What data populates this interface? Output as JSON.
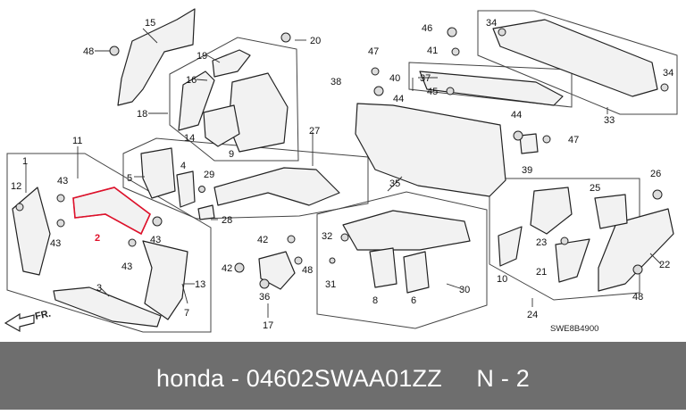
{
  "diagram": {
    "callouts": [
      {
        "id": "c1",
        "label": "1"
      },
      {
        "id": "c2",
        "label": "2"
      },
      {
        "id": "c3",
        "label": "3"
      },
      {
        "id": "c4",
        "label": "4"
      },
      {
        "id": "c5",
        "label": "5"
      },
      {
        "id": "c6",
        "label": "6"
      },
      {
        "id": "c7",
        "label": "7"
      },
      {
        "id": "c8",
        "label": "8"
      },
      {
        "id": "c9",
        "label": "9"
      },
      {
        "id": "c10",
        "label": "10"
      },
      {
        "id": "c11",
        "label": "11"
      },
      {
        "id": "c12",
        "label": "12"
      },
      {
        "id": "c13",
        "label": "13"
      },
      {
        "id": "c14",
        "label": "14"
      },
      {
        "id": "c15",
        "label": "15"
      },
      {
        "id": "c16",
        "label": "16"
      },
      {
        "id": "c17",
        "label": "17"
      },
      {
        "id": "c18",
        "label": "18"
      },
      {
        "id": "c19",
        "label": "19"
      },
      {
        "id": "c20",
        "label": "20"
      },
      {
        "id": "c21",
        "label": "21"
      },
      {
        "id": "c22",
        "label": "22"
      },
      {
        "id": "c23",
        "label": "23"
      },
      {
        "id": "c24",
        "label": "24"
      },
      {
        "id": "c25",
        "label": "25"
      },
      {
        "id": "c26",
        "label": "26"
      },
      {
        "id": "c27",
        "label": "27"
      },
      {
        "id": "c28",
        "label": "28"
      },
      {
        "id": "c29",
        "label": "29"
      },
      {
        "id": "c30",
        "label": "30"
      },
      {
        "id": "c31",
        "label": "31"
      },
      {
        "id": "c32",
        "label": "32"
      },
      {
        "id": "c33",
        "label": "33"
      },
      {
        "id": "c34a",
        "label": "34"
      },
      {
        "id": "c34b",
        "label": "34"
      },
      {
        "id": "c35",
        "label": "35"
      },
      {
        "id": "c36",
        "label": "36"
      },
      {
        "id": "c37",
        "label": "37"
      },
      {
        "id": "c38",
        "label": "38"
      },
      {
        "id": "c39",
        "label": "39"
      },
      {
        "id": "c40",
        "label": "40"
      },
      {
        "id": "c41",
        "label": "41"
      },
      {
        "id": "c42a",
        "label": "42"
      },
      {
        "id": "c42b",
        "label": "42"
      },
      {
        "id": "c43a",
        "label": "43"
      },
      {
        "id": "c43b",
        "label": "43"
      },
      {
        "id": "c43c",
        "label": "43"
      },
      {
        "id": "c43d",
        "label": "43"
      },
      {
        "id": "c44a",
        "label": "44"
      },
      {
        "id": "c44b",
        "label": "44"
      },
      {
        "id": "c45",
        "label": "45"
      },
      {
        "id": "c46",
        "label": "46"
      },
      {
        "id": "c47a",
        "label": "47"
      },
      {
        "id": "c47b",
        "label": "47"
      },
      {
        "id": "c48a",
        "label": "48"
      },
      {
        "id": "c48b",
        "label": "48"
      },
      {
        "id": "c48c",
        "label": "48"
      }
    ],
    "front_marker": "FR.",
    "diagram_code": "SWE8B4900"
  },
  "banner": {
    "text": "honda - 04602SWAA01ZZ     N - 2",
    "background": "#6e6e6e",
    "text_color": "#ffffff"
  },
  "colors": {
    "ink": "#222222",
    "highlight": "#e0102a",
    "panel_fill": "#f2f2f2"
  }
}
